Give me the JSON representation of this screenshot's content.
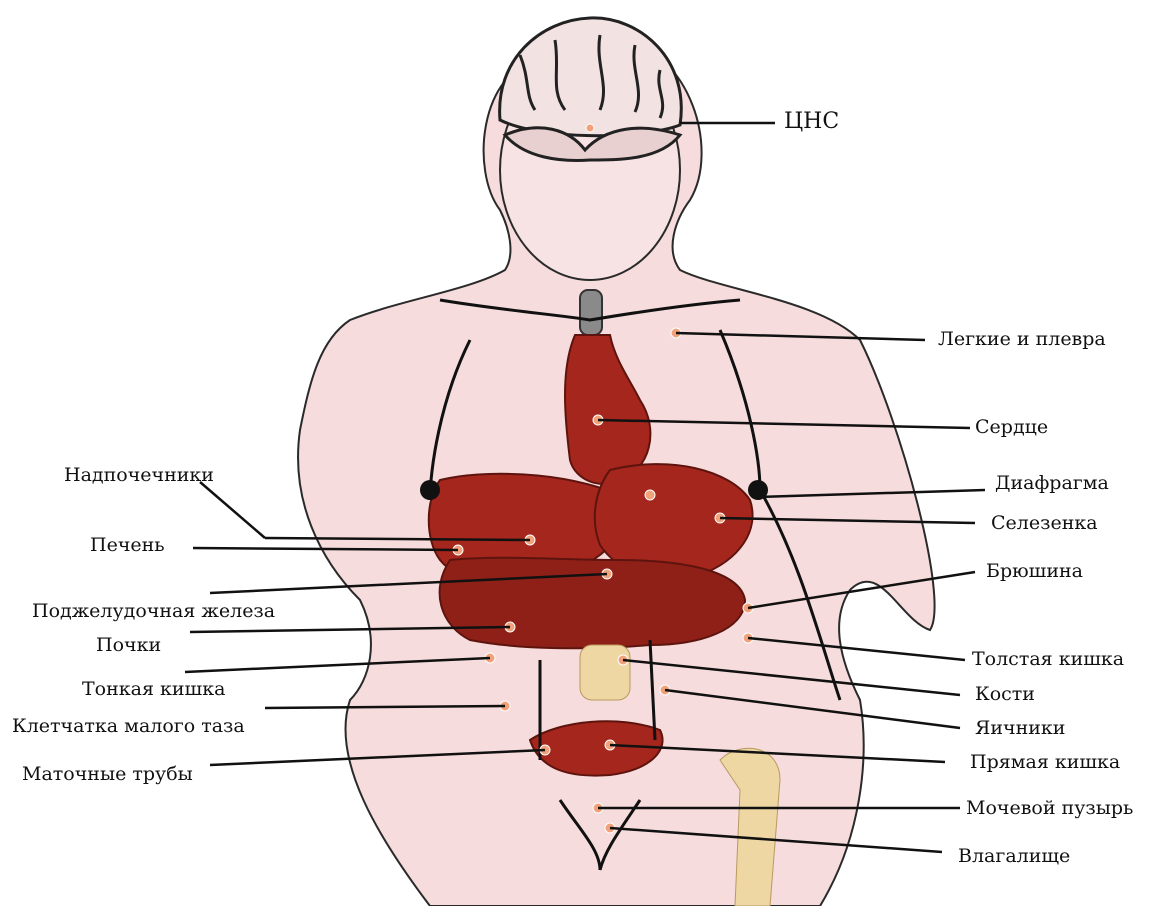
{
  "diagram": {
    "labels": {
      "cns": "ЦНС",
      "lungs": "Легкие и плевра",
      "heart": "Сердце",
      "adrenals": "Надпочечники",
      "diaphragm": "Диафрагма",
      "spleen": "Селезенка",
      "liver": "Печень",
      "peritoneum": "Брюшина",
      "pancreas": "Поджелудочная железа",
      "kidneys": "Почки",
      "colon": "Толстая кишка",
      "small_intestine": "Тонкая кишка",
      "bones": "Кости",
      "pelvic_tissue": "Клетчатка малого таза",
      "ovaries": "Яичники",
      "fallopian_tubes": "Маточные трубы",
      "rectum": "Прямая кишка",
      "bladder": "Мочевой пузырь",
      "vagina": "Влагалище"
    },
    "colors": {
      "skin": "#f6dcdc",
      "organ": "#a4261c",
      "organ_dark": "#6e1a12",
      "bone": "#efd7a3",
      "marker": "#f2a27a",
      "line": "#111111"
    }
  }
}
